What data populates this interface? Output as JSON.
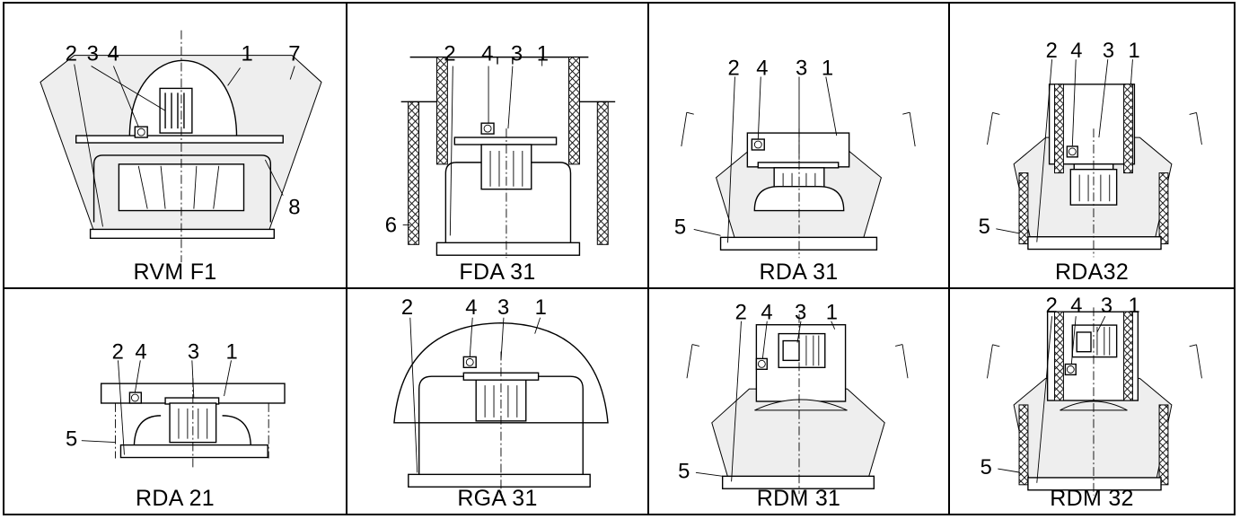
{
  "cells": [
    {
      "caption": "RVM F1",
      "labels": [
        "2",
        "3",
        "4",
        "1",
        "7",
        "8"
      ]
    },
    {
      "caption": "FDA 31",
      "labels": [
        "2",
        "4",
        "3",
        "1",
        "6"
      ]
    },
    {
      "caption": "RDA 31",
      "labels": [
        "2",
        "4",
        "3",
        "1",
        "5"
      ]
    },
    {
      "caption": "RDA32",
      "labels": [
        "2",
        "4",
        "3",
        "1",
        "5"
      ]
    },
    {
      "caption": "RDA 21",
      "labels": [
        "2",
        "4",
        "3",
        "1",
        "5"
      ]
    },
    {
      "caption": "RGA 31",
      "labels": [
        "2",
        "4",
        "3",
        "1"
      ]
    },
    {
      "caption": "RDM 31",
      "labels": [
        "2",
        "4",
        "3",
        "1",
        "5"
      ]
    },
    {
      "caption": "RDM 32",
      "labels": [
        "2",
        "4",
        "3",
        "1",
        "5"
      ]
    }
  ]
}
